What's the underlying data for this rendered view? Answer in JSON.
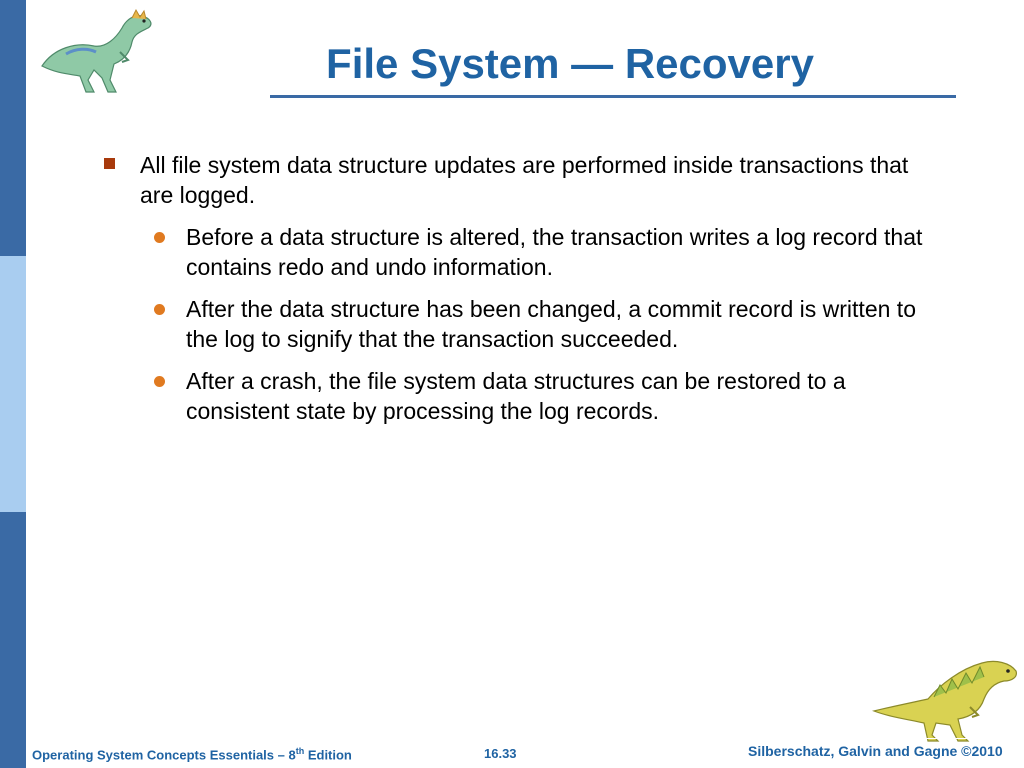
{
  "slide": {
    "title": "File System — Recovery",
    "bullets": [
      {
        "text": "All file system data structure updates are performed inside transactions that are logged.",
        "sub": [
          "Before a data structure is altered, the transaction writes a log record that contains redo and undo information.",
          "After the data structure has been changed, a commit record is written to the log to signify that the transaction succeeded.",
          "After a crash, the file system data structures can be restored to a consistent state by processing the log records."
        ]
      }
    ]
  },
  "footer": {
    "book_title": "Operating System Concepts Essentials – 8",
    "edition_sup": "th",
    "edition_word": " Edition",
    "page": "16.33",
    "copyright": "Silberschatz, Galvin and Gagne ©2010"
  },
  "icons": {
    "top": "dinosaur-icon",
    "bottom": "dinosaur-icon"
  },
  "colors": {
    "title": "#1f63a3",
    "bar_dark": "#3a6aa5",
    "bar_light": "#a9cdf0",
    "square_bullet": "#a83a0c",
    "dot_bullet": "#e07a20"
  }
}
